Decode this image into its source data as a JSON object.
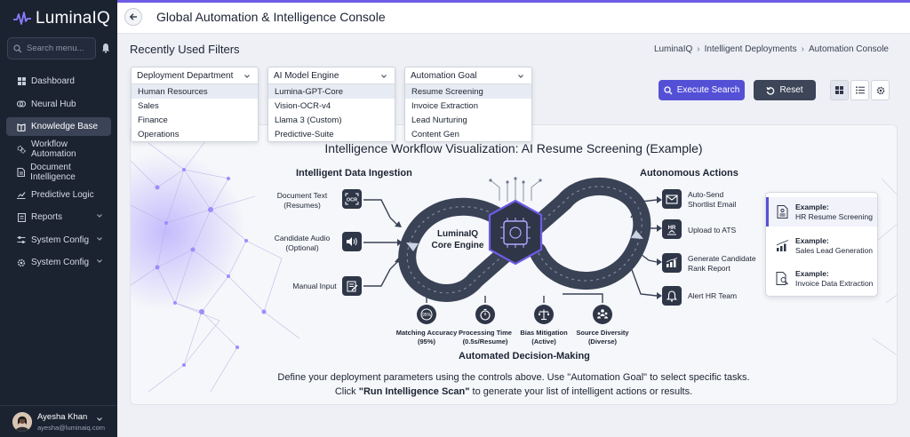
{
  "brand": {
    "name": "LuminaIQ",
    "accent": "#6e5ce6"
  },
  "sidebar": {
    "search_placeholder": "Search menu...",
    "items": [
      {
        "label": "Dashboard",
        "icon": "grid-icon"
      },
      {
        "label": "Neural Hub",
        "icon": "brain-icon"
      },
      {
        "label": "Knowledge Base",
        "icon": "book-icon",
        "active": true
      },
      {
        "label": "Workflow Automation",
        "icon": "gears-icon"
      },
      {
        "label": "Document Intelligence",
        "icon": "document-icon"
      },
      {
        "label": "Predictive Logic",
        "icon": "trend-icon"
      },
      {
        "label": "Reports",
        "icon": "report-icon",
        "expandable": true
      },
      {
        "label": "System Config",
        "icon": "sliders-icon",
        "expandable": true
      },
      {
        "label": "System Config",
        "icon": "gear-icon",
        "expandable": true
      }
    ],
    "user": {
      "name": "Ayesha Khan",
      "email": "ayesha@luminaiq.com"
    }
  },
  "topbar": {
    "title": "Global Automation & Intelligence Console"
  },
  "filters": {
    "title": "Recently Used Filters",
    "breadcrumb": [
      "LuminaIQ",
      "Intelligent Deployments",
      "Automation Console"
    ],
    "dropdowns": [
      {
        "label": "Deployment Department",
        "options": [
          "Human Resources",
          "Sales",
          "Finance",
          "Operations"
        ],
        "selected": 0
      },
      {
        "label": "AI Model Engine",
        "options": [
          "Lumina-GPT-Core",
          "Vision-OCR-v4",
          "Llama 3 (Custom)",
          "Predictive-Suite"
        ],
        "selected": 0
      },
      {
        "label": "Automation Goal",
        "options": [
          "Resume Screening",
          "Invoice Extraction",
          "Lead Nurturing",
          "Content Gen"
        ],
        "selected": 0
      }
    ],
    "execute_label": "Execute Search",
    "reset_label": "Reset"
  },
  "viz": {
    "title": "Intelligence Workflow Visualization: AI Resume Screening (Example)",
    "ingestion_title": "Intelligent Data Ingestion",
    "actions_title": "Autonomous Actions",
    "decision_title": "Automated Decision-Making",
    "engine_line1": "LuminaIQ",
    "engine_line2": "Core Engine",
    "inputs": [
      {
        "line1": "Document Text",
        "line2": "(Resumes)",
        "icon": "ocr-icon"
      },
      {
        "line1": "Candidate Audio",
        "line2": "(Optional)",
        "icon": "audio-icon"
      },
      {
        "line1": "Manual Input",
        "line2": "",
        "icon": "edit-icon"
      }
    ],
    "actions": [
      {
        "line1": "Auto-Send",
        "line2": "Shortlist Email",
        "icon": "mail-icon"
      },
      {
        "line1": "Upload to ATS",
        "line2": "",
        "icon": "hr-upload-icon"
      },
      {
        "line1": "Generate Candidate",
        "line2": "Rank Report",
        "icon": "chart-icon"
      },
      {
        "line1": "Alert HR Team",
        "line2": "",
        "icon": "bell-icon"
      }
    ],
    "metrics": [
      {
        "line1": "Matching Accuracy",
        "line2": "(95%)",
        "icon": "gauge-icon",
        "badge": "95%"
      },
      {
        "line1": "Processing Time",
        "line2": "(0.5s/Resume)",
        "icon": "stopwatch-icon"
      },
      {
        "line1": "Bias Mitigation",
        "line2": "(Active)",
        "icon": "scale-icon"
      },
      {
        "line1": "Source Diversity",
        "line2": "(Diverse)",
        "icon": "people-icon"
      }
    ],
    "instruction_line1": "Define your deployment parameters using the controls above. Use \"Automation Goal\" to select specific tasks.",
    "instruction_pre": "Click ",
    "instruction_bold": "\"Run Intelligence Scan\"",
    "instruction_post": " to generate your list of intelligent actions or results."
  },
  "examples": [
    {
      "title": "Example:",
      "subtitle": "HR Resume Screening",
      "icon": "document-icon",
      "active": true
    },
    {
      "title": "Example:",
      "subtitle": "Sales Lead Generation",
      "icon": "chart-icon"
    },
    {
      "title": "Example:",
      "subtitle": "Invoice Data Extraction",
      "icon": "search-document-icon"
    }
  ]
}
